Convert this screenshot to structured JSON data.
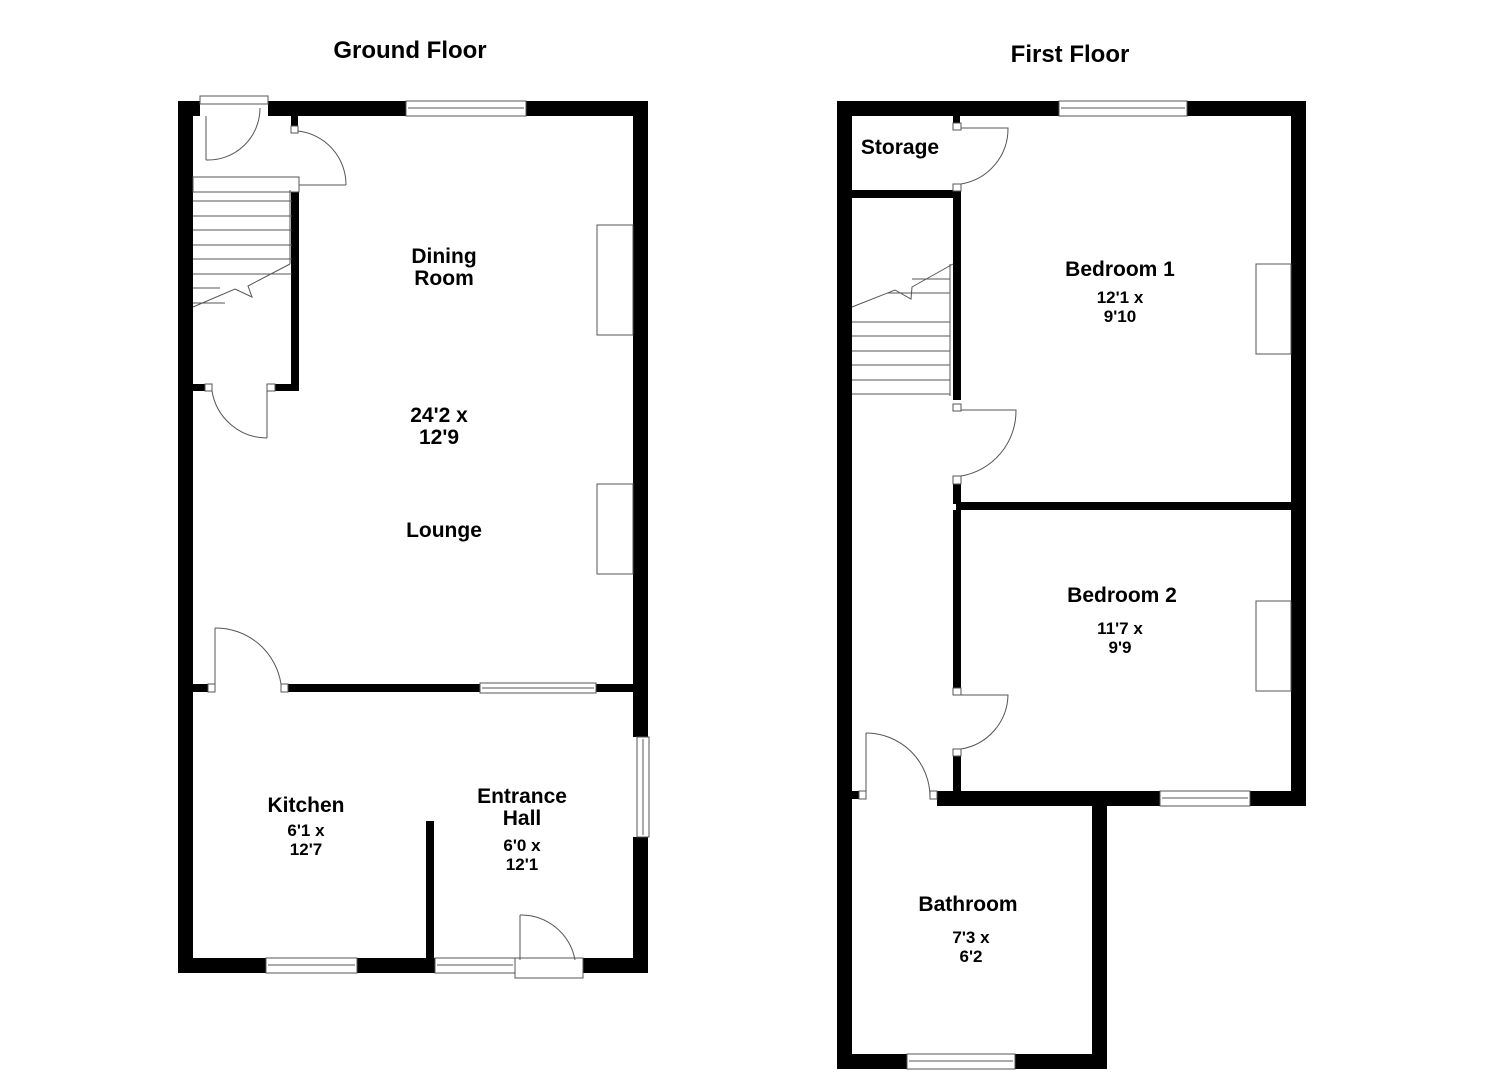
{
  "ground_floor": {
    "title": "Ground Floor",
    "rooms": [
      {
        "name": "Dining\nRoom",
        "dims": "24'2 x\n12'9"
      },
      {
        "name": "Lounge",
        "dims": ""
      },
      {
        "name": "Kitchen",
        "dims": "6'1 x\n12'7"
      },
      {
        "name": "Entrance\nHall",
        "dims": "6'0 x\n12'1"
      }
    ]
  },
  "first_floor": {
    "title": "First Floor",
    "rooms": [
      {
        "name": "Storage",
        "dims": ""
      },
      {
        "name": "Bedroom 1",
        "dims": "12'1 x\n9'10"
      },
      {
        "name": "Bedroom 2",
        "dims": "11'7 x\n9'9"
      },
      {
        "name": "Bathroom",
        "dims": "7'3 x\n6'2"
      }
    ]
  },
  "colors": {
    "wall": "#000000",
    "background": "#ffffff",
    "fixture": "#555555"
  }
}
